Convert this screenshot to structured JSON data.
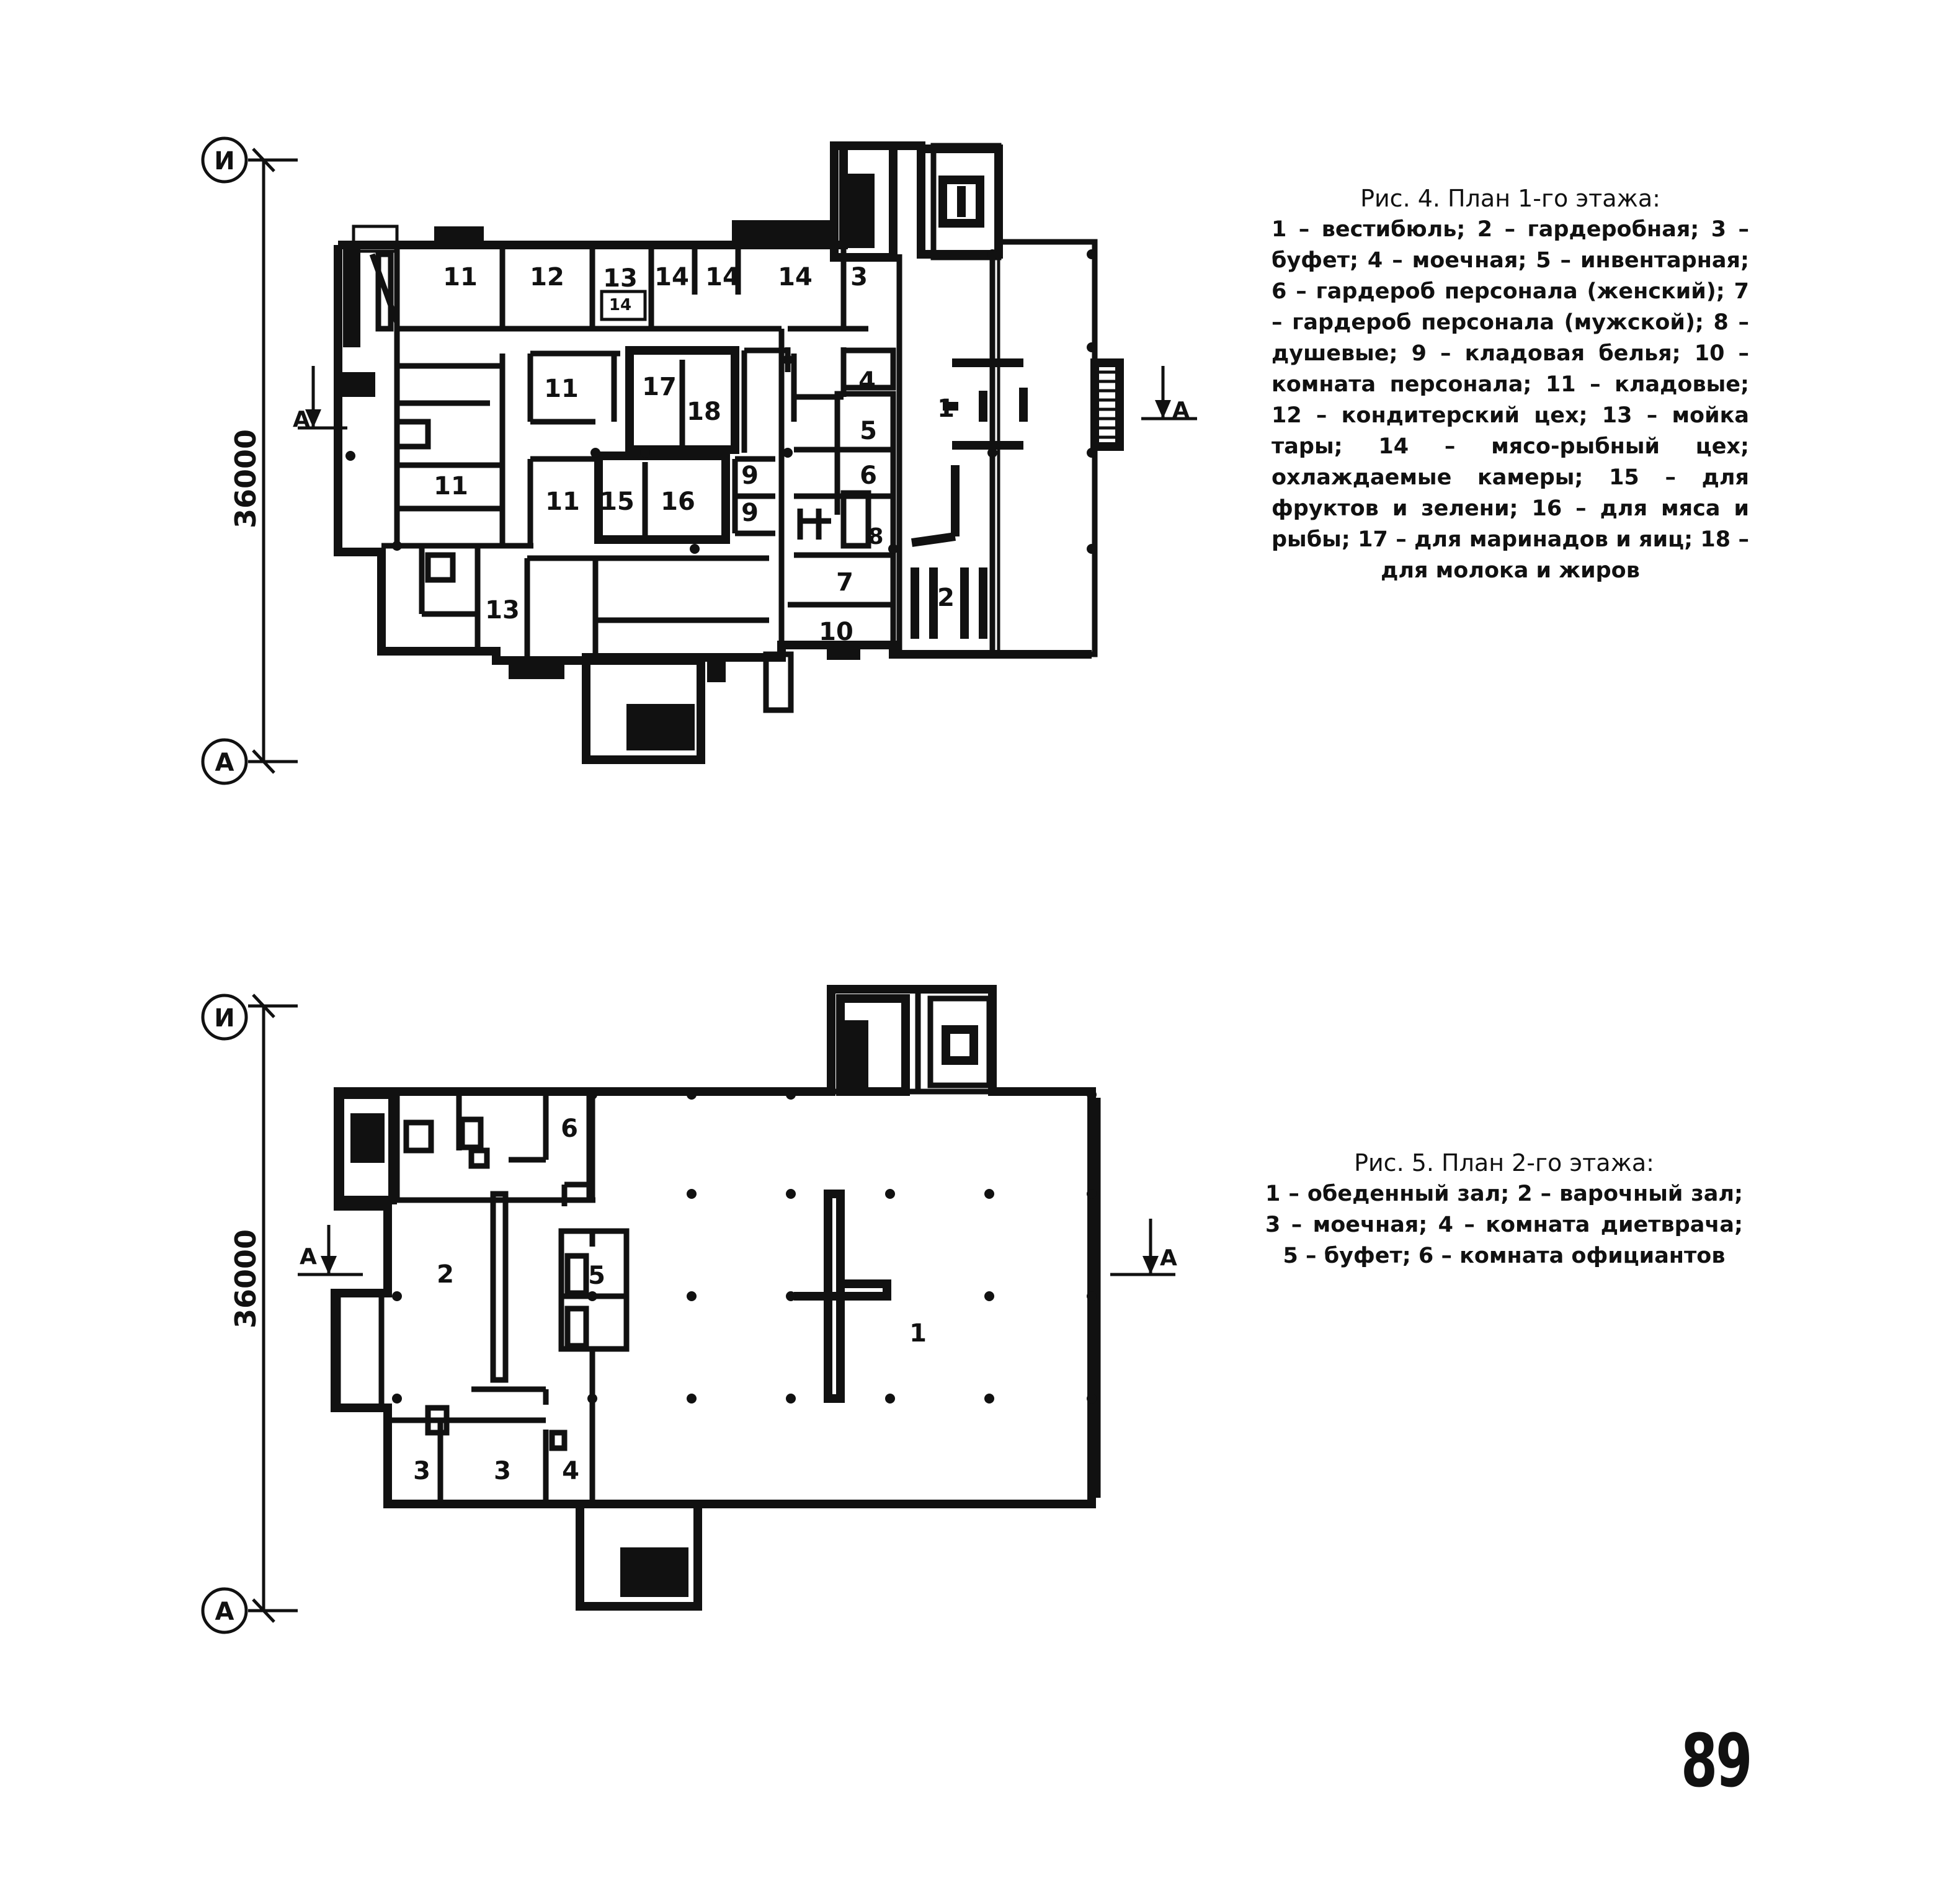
{
  "figure4": {
    "caption_title": "Рис. 4. План 1-го этажа:",
    "caption_text": "1 – вестибюль; 2 – гардеробная; 3 – буфет; 4 – моечная; 5 – инвентарная; 6 – гардероб персонала (женский); 7 – гардероб персонала (мужской); 8 – душевые; 9 – кладовая белья; 10 – комната персонала; 11 – кладовые; 12 – кондитерский цех; 13 – мойка тары; 14 – мясо-рыбный цех; охлаждаемые камеры; 15 – для фруктов и зелени; 16 – для мяса и рыбы; 17 – для маринадов и яиц; 18 – для молока и жиров",
    "axis_top": "И",
    "axis_bottom": "А",
    "dimension": "36000",
    "section_left": "А",
    "section_right": "А",
    "rooms": {
      "r11a": "11",
      "r12": "12",
      "r13a": "13",
      "r14small": "14",
      "r14a": "14",
      "r14b": "14",
      "r14c": "14",
      "r3": "3",
      "r11b": "11",
      "r17": "17",
      "r18": "18",
      "r4": "4",
      "r5": "5",
      "r1": "1",
      "r11c": "11",
      "r11d": "11",
      "r15": "15",
      "r16": "16",
      "r9a": "9",
      "r9b": "9",
      "r6": "6",
      "r8": "8",
      "r7": "7",
      "r2": "2",
      "r13b": "13",
      "r10": "10"
    }
  },
  "figure5": {
    "caption_title": "Рис. 5. План 2-го этажа:",
    "caption_text": "1 – обеденный зал; 2 – варочный зал; 3 – моечная; 4 – комната диетврача; 5 – буфет; 6 – комната официантов",
    "axis_top": "И",
    "axis_bottom": "А",
    "dimension": "36000",
    "section_left": "А",
    "section_right": "А",
    "rooms": {
      "r6": "6",
      "r2": "2",
      "r5": "5",
      "r1": "1",
      "r3a": "3",
      "r3b": "3",
      "r4": "4"
    }
  },
  "page_number": "89"
}
